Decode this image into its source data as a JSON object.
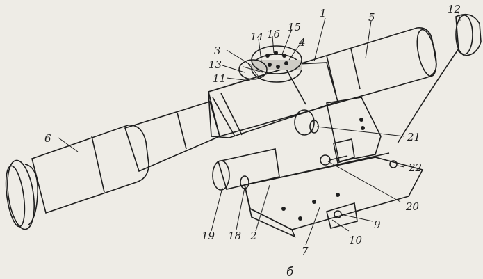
{
  "figure": {
    "caption": "б",
    "labels": [
      "1",
      "2",
      "3",
      "4",
      "5",
      "6",
      "7",
      "9",
      "10",
      "11",
      "12",
      "13",
      "14",
      "15",
      "16",
      "18",
      "19",
      "20",
      "21",
      "22"
    ]
  },
  "colors": {
    "paper": "#eeece6",
    "ink": "#1e1e1e",
    "body_fill": "#d9d6cf",
    "knurl_fill": "#8b8882"
  }
}
